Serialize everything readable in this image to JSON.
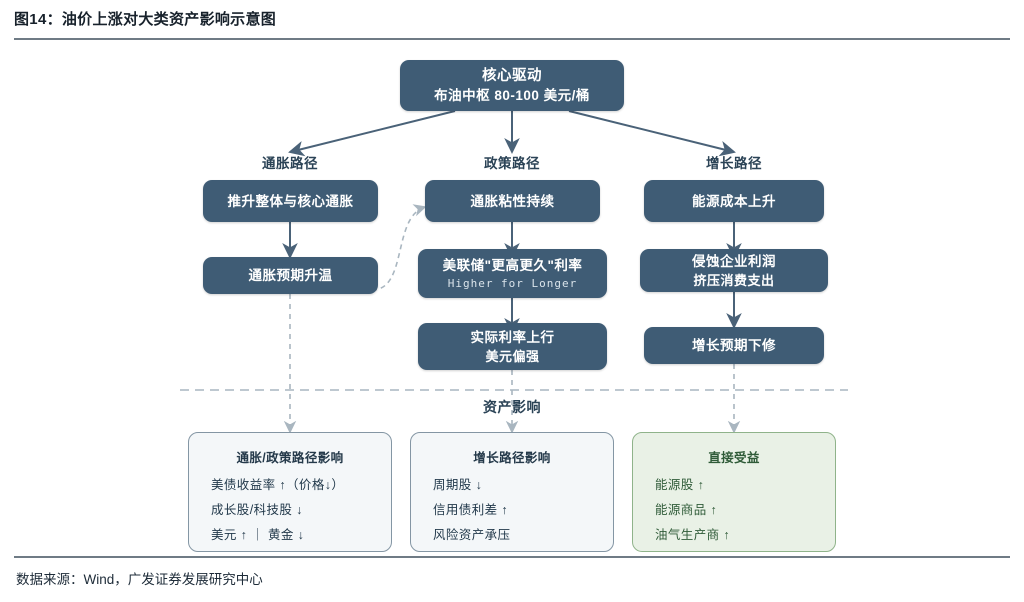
{
  "header": {
    "figure_label": "图14：",
    "title": "油价上涨对大类资产影响示意图",
    "full_title": "图14：油价上涨对大类资产影响示意图"
  },
  "footer": {
    "source": "数据来源：Wind，广发证券发展研究中心"
  },
  "colors": {
    "node_fill": "#3f5c75",
    "node_text": "#ffffff",
    "connector": "#4a6278",
    "dashed": "#a9b6c0",
    "card_border": "#8496a4",
    "card_fill": "#f4f7f9",
    "green_border": "#8fb38a",
    "green_fill": "#e9f1e6",
    "green_text": "#2f5b38",
    "rule": "#6f7b85"
  },
  "root": {
    "line1": "核心驱动",
    "line2": "布油中枢 80-100 美元/桶"
  },
  "paths": [
    {
      "label": "通胀路径"
    },
    {
      "label": "政策路径"
    },
    {
      "label": "增长路径"
    }
  ],
  "nodes": {
    "inflation_1": {
      "line1": "推升整体与核心通胀"
    },
    "inflation_2": {
      "line1": "通胀预期升温"
    },
    "policy_1": {
      "line1": "通胀粘性持续"
    },
    "policy_2": {
      "line1": "美联储\"更高更久\"利率",
      "english": "Higher for Longer"
    },
    "policy_3": {
      "line1": "实际利率上行",
      "line2": "美元偏强"
    },
    "growth_1": {
      "line1": "能源成本上升"
    },
    "growth_2": {
      "line1": "侵蚀企业利润",
      "line2": "挤压消费支出"
    },
    "growth_3": {
      "line1": "增长预期下修"
    }
  },
  "asset_section": {
    "title": "资产影响"
  },
  "asset_cards": [
    {
      "heading": "通胀/政策路径影响",
      "items": [
        "美债收益率 ↑（价格↓）",
        "成长股/科技股 ↓",
        "美元 ↑ ｜ 黄金 ↓"
      ],
      "style": "neutral"
    },
    {
      "heading": "增长路径影响",
      "items": [
        "周期股 ↓",
        "信用债利差 ↑",
        "风险资产承压"
      ],
      "style": "neutral"
    },
    {
      "heading": "直接受益",
      "items": [
        "能源股 ↑",
        "能源商品 ↑",
        "油气生产商 ↑"
      ],
      "style": "green"
    }
  ]
}
